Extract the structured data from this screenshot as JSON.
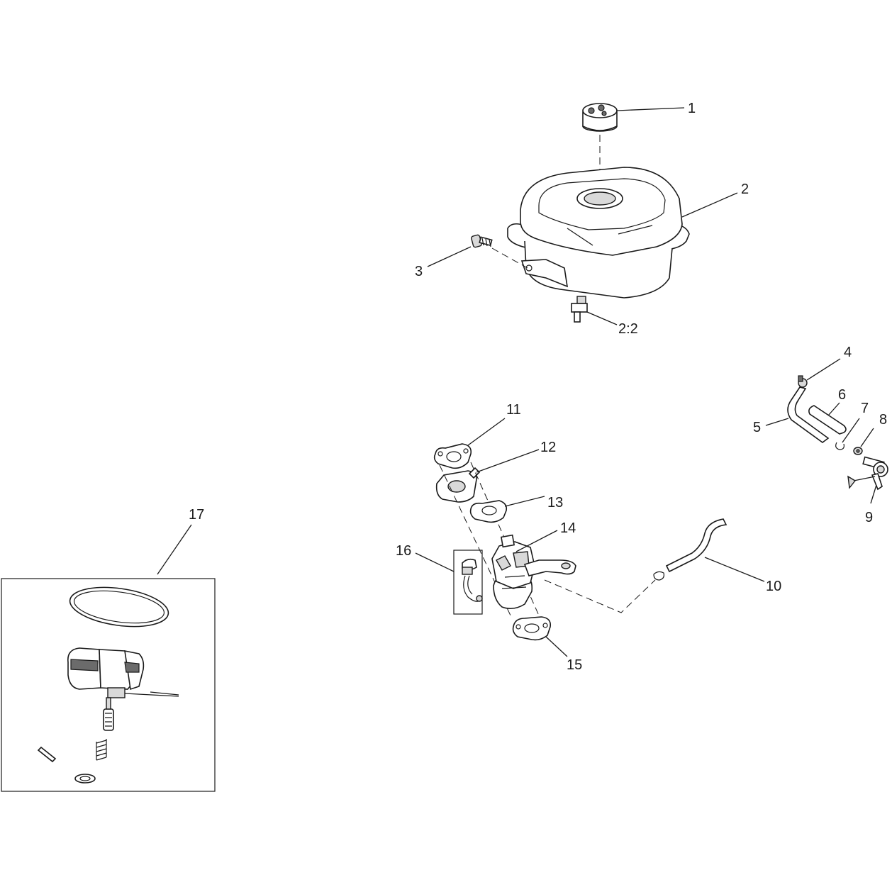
{
  "callouts": {
    "c1": "1",
    "c2": "2",
    "c3": "3",
    "c2_2": "2:2",
    "c4": "4",
    "c5": "5",
    "c6": "6",
    "c7": "7",
    "c8": "8",
    "c9": "9",
    "c10": "10",
    "c11": "11",
    "c12": "12",
    "c13": "13",
    "c14": "14",
    "c15": "15",
    "c16": "16",
    "c17": "17"
  }
}
